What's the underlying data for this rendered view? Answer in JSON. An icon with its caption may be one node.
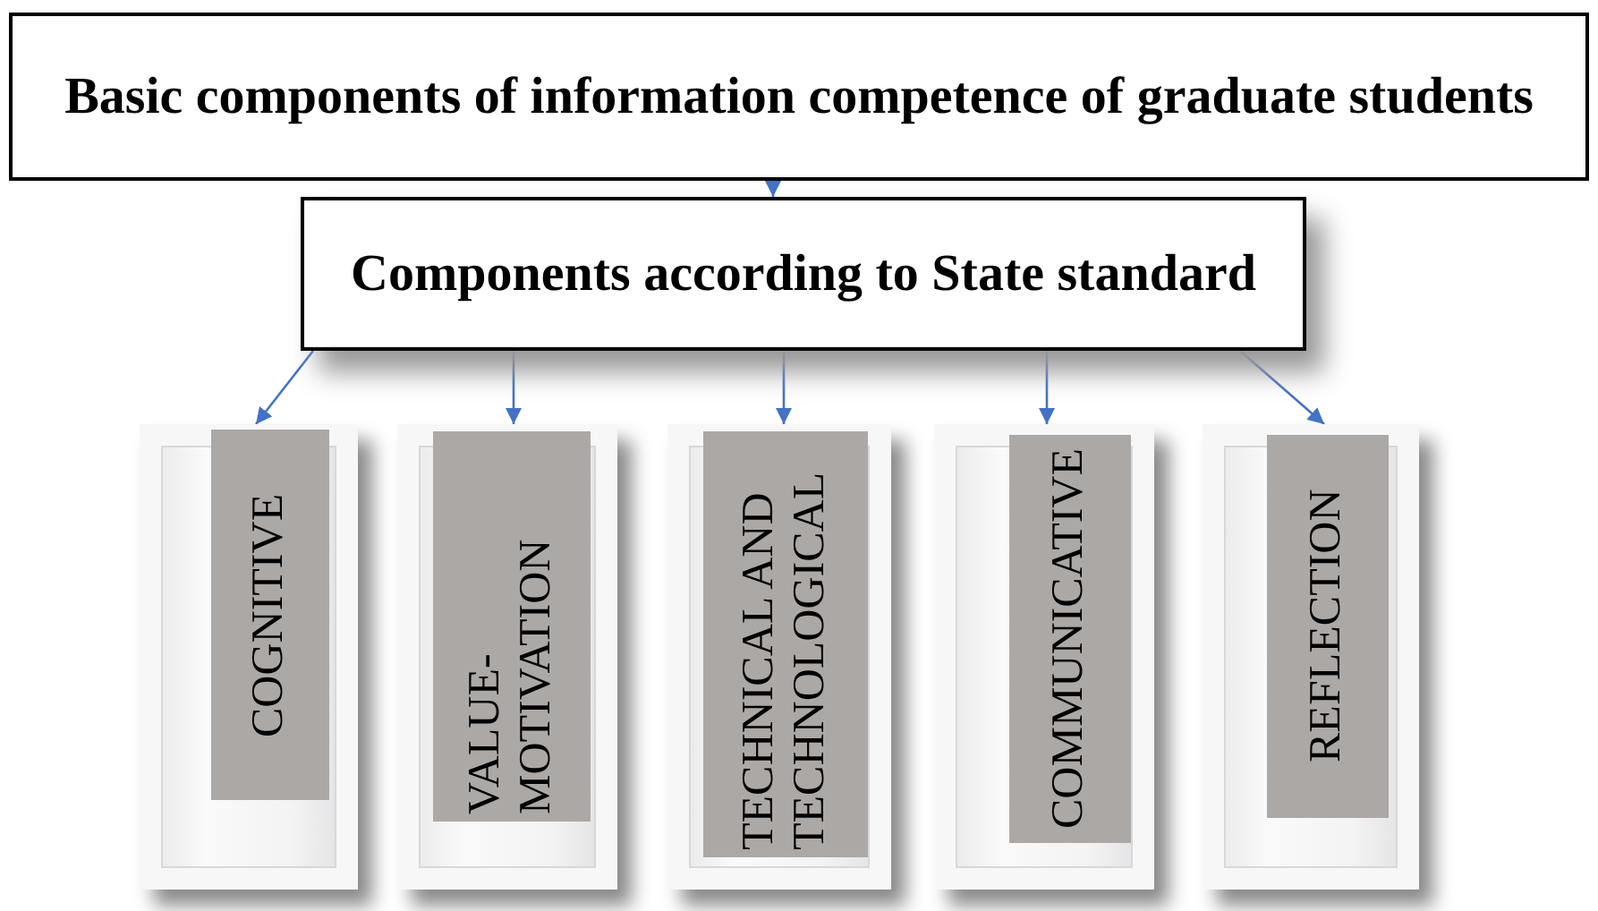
{
  "diagram": {
    "nodes": [
      {
        "text": [
          "Basic components of information competence of graduate students"
        ]
      },
      {
        "text": [
          "Components according to State standard"
        ]
      },
      {
        "text": [
          "COGNITIVE"
        ]
      },
      {
        "text": [
          "VALUE- MOTIVATION"
        ]
      },
      {
        "text": [
          "TECHNICAL AND TECHNOLOGICAL"
        ]
      },
      {
        "text": [
          "COMMUNICATIVE"
        ]
      },
      {
        "text": [
          "REFLECTION"
        ]
      }
    ],
    "edges": [
      {
        "from": 0,
        "to": 1,
        "arrow": "to"
      },
      {
        "from": 1,
        "to": 2,
        "arrow": "to"
      },
      {
        "from": 1,
        "to": 3,
        "arrow": "to"
      },
      {
        "from": 1,
        "to": 4,
        "arrow": "to"
      },
      {
        "from": 1,
        "to": 5,
        "arrow": "to"
      },
      {
        "from": 1,
        "to": 6,
        "arrow": "to"
      }
    ]
  }
}
